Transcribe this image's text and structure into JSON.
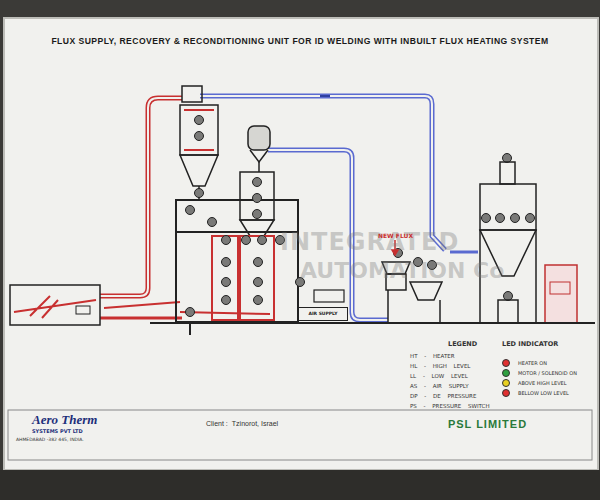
{
  "diagram": {
    "title": "FLUX SUPPLY, RECOVERY & RECONDITIONING UNIT FOR ID WELDING WITH INBUILT FLUX HEATING SYSTEM",
    "nodes": [
      {
        "text": [
          "AIR SUPPLY"
        ]
      },
      {
        "text": [
          "Aero Therm",
          "SYSTEMS PVT LTD",
          "AHMEDABAD -382 445, INDIA."
        ]
      },
      {
        "text": [
          "Client :",
          "Tzinorot, Israel"
        ]
      },
      {
        "text": [
          "PSL LIMITED"
        ]
      }
    ],
    "labels": [
      "LEGEND",
      "HT - HEATER",
      "HL - HIGH LEVEL",
      "LL - LOW LEVEL",
      "AS - AIR SUPPLY",
      "DP - DE PRESSURE",
      "PS - PRESSURE SWITCH",
      "LED INDICATOR",
      "INTEGRATED",
      "AUTOMATION Co",
      "NEW FLUX"
    ],
    "legend": [
      {
        "text": "HEATER ON",
        "color": "#e03030"
      },
      {
        "text": "MOTOR / SOLENOID ON",
        "color": "#2fa040"
      },
      {
        "text": "ABOVE HIGH LEVEL",
        "color": "#e8d020"
      },
      {
        "text": "BELLOW LOW LEVEL",
        "color": "#e03030"
      }
    ]
  }
}
